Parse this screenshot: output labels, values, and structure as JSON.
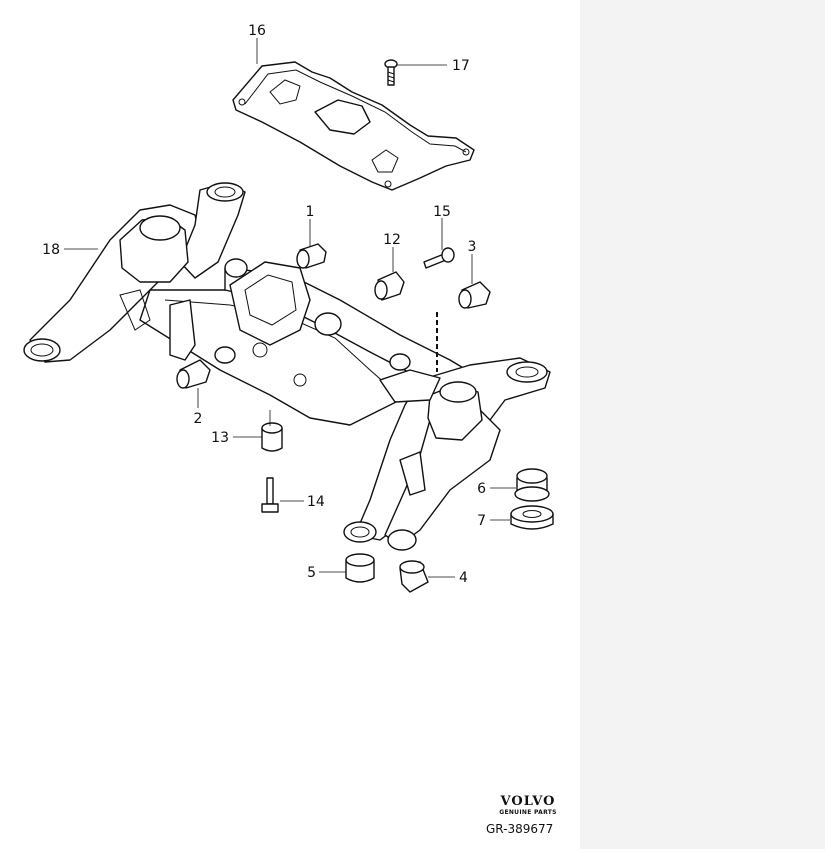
{
  "diagram": {
    "parts": [
      {
        "number": "1"
      },
      {
        "number": "2"
      },
      {
        "number": "3"
      },
      {
        "number": "4"
      },
      {
        "number": "5"
      },
      {
        "number": "6"
      },
      {
        "number": "7"
      },
      {
        "number": "12"
      },
      {
        "number": "13"
      },
      {
        "number": "14"
      },
      {
        "number": "15"
      },
      {
        "number": "16"
      },
      {
        "number": "17"
      },
      {
        "number": "18"
      }
    ],
    "colors": {
      "line": "#111111",
      "fill": "#ffffff",
      "margin": "#f3f3f3"
    }
  },
  "brand": {
    "logo": "VOLVO",
    "subtitle": "GENUINE PARTS"
  },
  "document": {
    "id": "GR-389677"
  }
}
